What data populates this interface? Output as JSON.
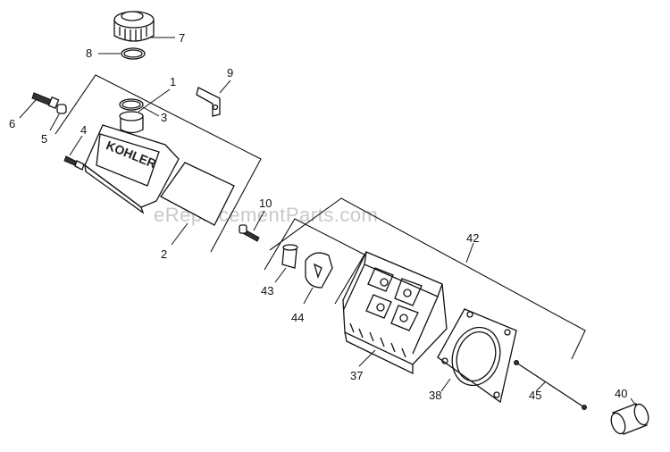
{
  "watermark": "eReplacementParts.com",
  "callouts": {
    "c1": "1",
    "c2": "2",
    "c3": "3",
    "c4": "4",
    "c5": "5",
    "c6": "6",
    "c7": "7",
    "c8": "8",
    "c9": "9",
    "c10": "10",
    "c37": "37",
    "c38": "38",
    "c40": "40",
    "c42": "42",
    "c43": "43",
    "c44": "44",
    "c45": "45"
  },
  "logo_text": "KOHLER"
}
